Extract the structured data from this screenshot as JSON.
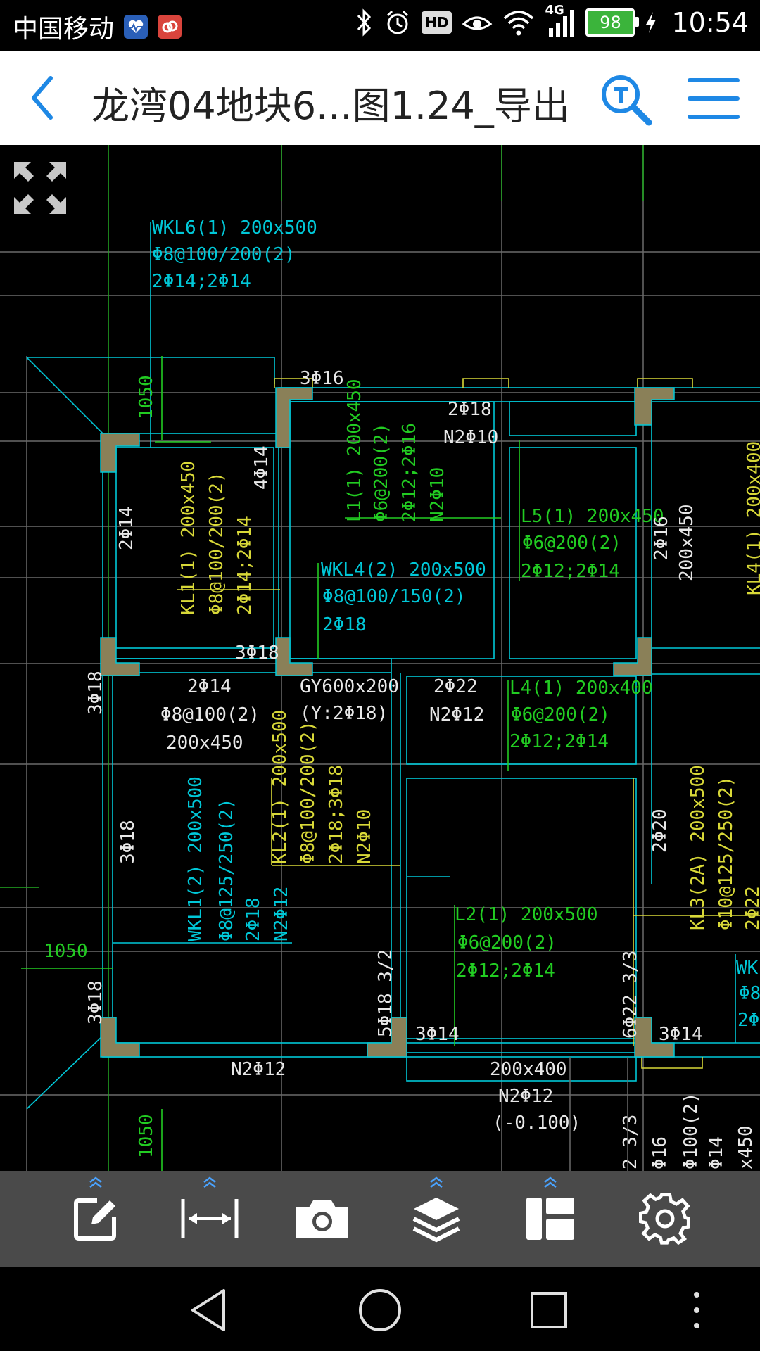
{
  "status_bar": {
    "carrier": "中国移动",
    "network_type": "4G",
    "hd_label": "HD",
    "battery_level": "98",
    "time": "10:54"
  },
  "title_bar": {
    "title": "龙湾04地块6...图1.24_导出"
  },
  "drawing": {
    "labels": {
      "wkl6_a": "WKL6(1) 200x500",
      "wkl6_b": "Φ8@100/200(2)",
      "wkl6_c": "2Φ14;2Φ14",
      "dim_1050_top": "1050",
      "bar_3phi16": "3Φ16",
      "bar_2phi18": "2Φ18",
      "n2phi10": "N2Φ10",
      "l1_a": "L1(1) 200x450",
      "l1_b": "Φ6@200(2)",
      "l1_c": "2Φ12;2Φ16",
      "l1_d": "N2Φ10",
      "bar_4phi14": "4Φ14",
      "bar_2phi14_left": "2Φ14",
      "kl1_a": "KL1(1) 200x450",
      "kl1_b": "Φ8@100/200(2)",
      "kl1_c": "2Φ14;2Φ14",
      "wkl4_a": "WKL4(2) 200x500",
      "wkl4_b": "Φ8@100/150(2)",
      "wkl4_c": "2Φ18",
      "l5_a": "L5(1) 200x450",
      "l5_b": "Φ6@200(2)",
      "l5_c": "2Φ12;2Φ14",
      "bar_2phi16": "2Φ16",
      "dim_200x450_r": "200x450",
      "kl4_cut": "KL4(1) 200x400",
      "bar_3phi18_mid": "3Φ18",
      "bar_3phi18_side": "3Φ18",
      "bar_2phi14_mid": "2Φ14",
      "stirrup_mid": "Φ8@100(2)",
      "dim_200x450_mid": "200x450",
      "gy_a": "GY600x200",
      "gy_b": "(Y:2Φ18)",
      "bar_2phi22": "2Φ22",
      "n2phi12_a": "N2Φ12",
      "l4_a": "L4(1) 200x400",
      "l4_b": "Φ6@200(2)",
      "l4_c": "2Φ12;2Φ14",
      "kl2_a": "KL2(1) 200x500",
      "kl2_b": "Φ8@100/200(2)",
      "kl2_c": "2Φ18;3Φ18",
      "kl2_d": "N2Φ10",
      "wkl1_a": "WKL1(2) 200x500",
      "wkl1_b": "Φ8@125/250(2)",
      "wkl1_c": "2Φ18",
      "wkl1_d": "N2Φ12",
      "bar_3phi18_v": "3Φ18",
      "bar_2phi20": "2Φ20",
      "kl3_a": "KL3(2A) 200x500",
      "kl3_b": "Φ10@125/250(2)",
      "kl3_c": "2Φ22",
      "l2_a": "L2(1) 200x500",
      "l2_b": "Φ6@200(2)",
      "l2_c": "2Φ12;2Φ14",
      "dim_1050_left": "1050",
      "bar_5phi18": "5Φ18 3/2",
      "bar_6phi22": "6Φ22 3/3",
      "bar_3phi18_low": "3Φ18",
      "bar_3phi14_a": "3Φ14",
      "bar_3phi14_b": "3Φ14",
      "n2phi12_b": "N2Φ12",
      "dim_200x400": "200x400",
      "n2phi12_c": "N2Φ12",
      "elev": "(-0.100)",
      "dim_1050_bottom": "1050",
      "wk_cut": "WK",
      "phi8_cut": "Φ8",
      "two_cut": "2Φ",
      "cut_a": "2 3/3",
      "cut_b": "Φ16",
      "cut_c": "Φ100(2)",
      "cut_d": "Φ14",
      "cut_e": "x450"
    }
  },
  "toolbar": {
    "items": [
      "annotate",
      "measure",
      "screenshot",
      "layers",
      "layout",
      "settings"
    ]
  },
  "colors": {
    "toolbar_bg": "#4a4a4a",
    "accent_blue": "#1e88e5",
    "cad_cyan": "#00c8d8",
    "cad_green": "#22cc22",
    "cad_yellow": "#d8d838",
    "cad_white": "#e8e8e8",
    "column_fill": "#8a8058"
  }
}
